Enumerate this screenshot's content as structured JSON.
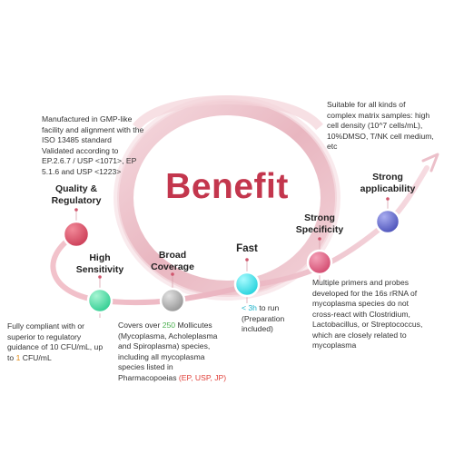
{
  "title": "Benefit",
  "colors": {
    "ring": "#e9bcc4",
    "ring_inner": "#f8e2e6",
    "title": "#c3364d",
    "red_node": "#d4485e",
    "green_node": "#3ed9a0",
    "gray_node": "#a5a5a5",
    "cyan_node": "#26dde6",
    "pink_node": "#d9567a",
    "blue_node": "#5a5fc4"
  },
  "nodes": [
    {
      "id": "quality",
      "heading": [
        "Quality &",
        "Regulatory"
      ],
      "desc": [
        "Manufactured in GMP-like",
        "facility and alignment with the",
        "ISO 13485 standard",
        "Validated according to",
        "EP.2.6.7 / USP <1071>, EP",
        "5.1.6 and  USP <1223>"
      ]
    },
    {
      "id": "sensitivity",
      "heading": [
        "High",
        "Sensitivity"
      ],
      "desc": {
        "l1": "Fully compliant with or",
        "l2": "superior to regulatory",
        "l3": "guidance of 10 CFU/mL, up",
        "l4_pre": "to ",
        "l4_num": "1",
        "l4_post": " CFU/mL"
      }
    },
    {
      "id": "coverage",
      "heading": [
        "Broad",
        "Coverage"
      ],
      "desc": {
        "l1_pre": "Covers over ",
        "l1_num": "250",
        "l1_post": " Mollicutes",
        "l2": "(Mycoplasma, Acholeplasma",
        "l3": "and Spiroplasma) species,",
        "l4": "including all mycoplasma",
        "l5": "species listed in",
        "l6_pre": "Pharmacopoeias ",
        "l6_ref": "(EP, USP, JP)"
      }
    },
    {
      "id": "fast",
      "heading": [
        "Fast"
      ],
      "desc": {
        "l1_num": "< 3h",
        "l1_post": " to run",
        "l2": "(Preparation",
        "l3": "included)"
      }
    },
    {
      "id": "specificity",
      "heading": [
        "Strong",
        "Specificity"
      ],
      "desc": [
        "Multiple primers and probes",
        "developed for the 16s rRNA of",
        "mycoplasma species do not",
        "cross-react with Clostridium,",
        "Lactobacillus, or Streptococcus,",
        "which are closely related to",
        "mycoplasma"
      ]
    },
    {
      "id": "applicability",
      "heading": [
        "Strong",
        "applicability"
      ],
      "desc": [
        "Suitable for all kinds of",
        "complex matrix samples: high",
        "cell density (10^7 cells/mL),",
        "10%DMSO, T/NK cell medium,",
        "etc"
      ]
    }
  ]
}
